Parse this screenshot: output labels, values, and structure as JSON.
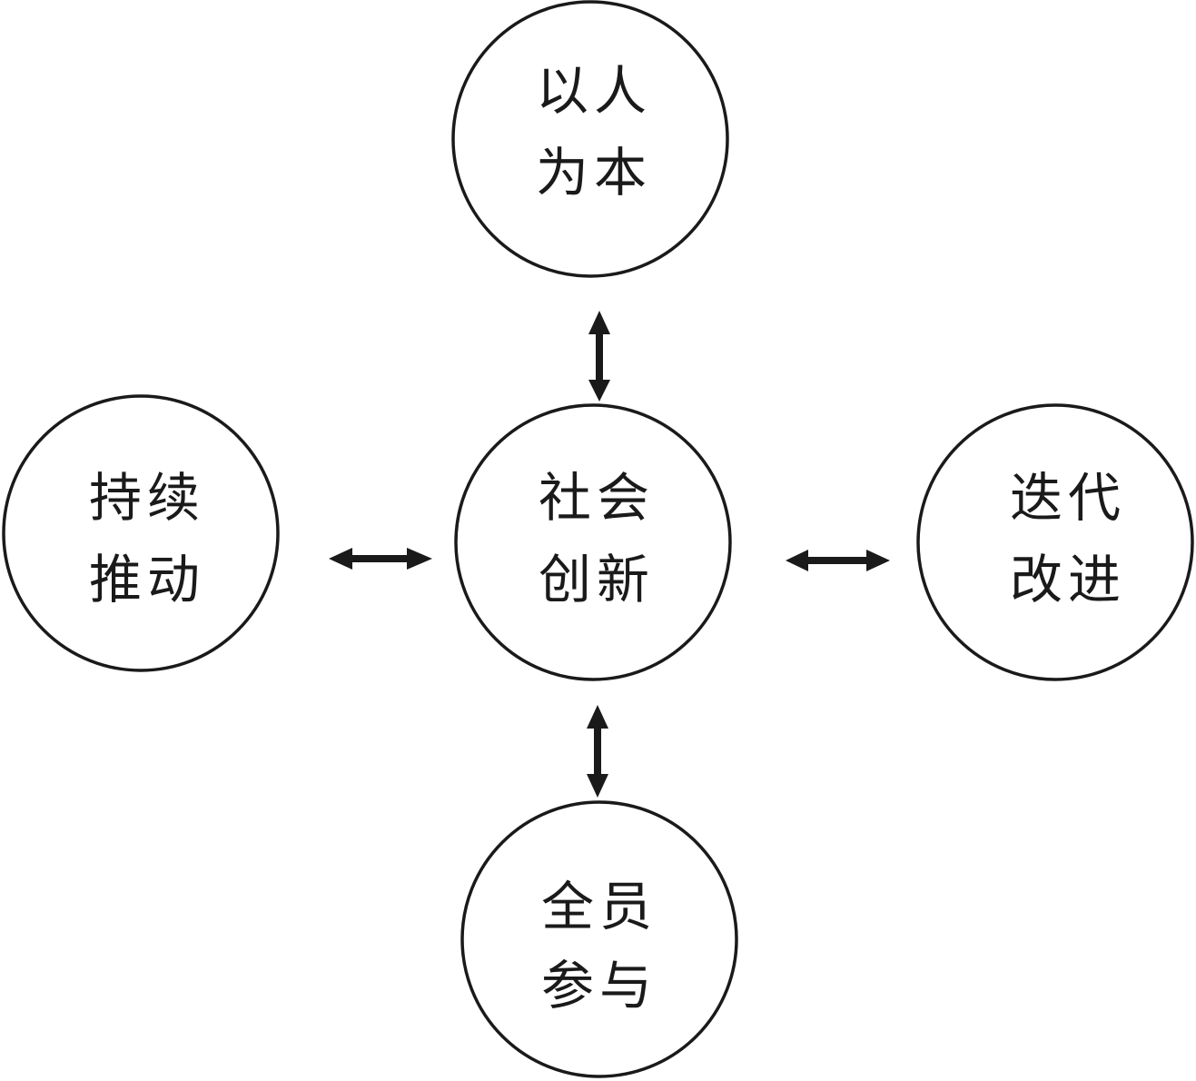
{
  "diagram": {
    "nodes": {
      "top": {
        "line1": "以人",
        "line2": "为本"
      },
      "left": {
        "line1": "持续",
        "line2": "推动"
      },
      "center": {
        "line1": "社会",
        "line2": "创新"
      },
      "right": {
        "line1": "迭代",
        "line2": "改进"
      },
      "bottom": {
        "line1": "全员",
        "line2": "参与"
      }
    },
    "edges": [
      {
        "from": "center",
        "to": "top",
        "type": "bidirectional"
      },
      {
        "from": "center",
        "to": "left",
        "type": "bidirectional"
      },
      {
        "from": "center",
        "to": "right",
        "type": "bidirectional"
      },
      {
        "from": "center",
        "to": "bottom",
        "type": "bidirectional"
      }
    ],
    "colors": {
      "stroke": "#1a1a1a",
      "background": "#ffffff"
    }
  }
}
